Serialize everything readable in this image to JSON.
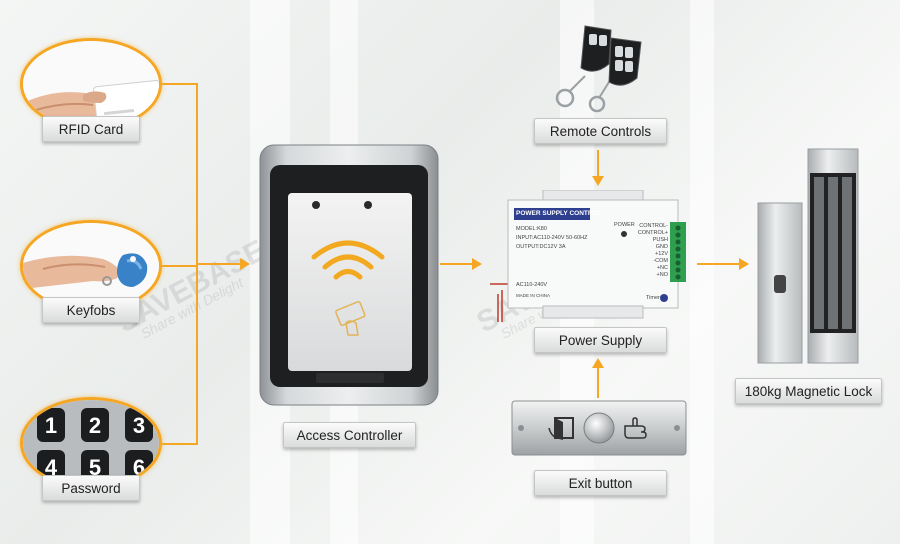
{
  "labels": {
    "rfid_card": "RFID Card",
    "keyfobs": "Keyfobs",
    "password": "Password",
    "access_controller": "Access Controller",
    "remote_controls": "Remote Controls",
    "power_supply": "Power Supply",
    "exit_button": "Exit button",
    "magnetic_lock": "180kg Magnetic Lock"
  },
  "keypad": {
    "keys": [
      "1",
      "2",
      "3",
      "4",
      "5",
      "6"
    ]
  },
  "power_supply_unit": {
    "title": "POWER SUPPLY CONTROL",
    "power_label": "POWER",
    "model": "MODEL:K80",
    "input": "INPUT:AC110-240V  50-60HZ",
    "output": "OUTPUT:DC12V  3A",
    "ac_label": "AC110-240V",
    "made_in": "MADE IN CHINA",
    "timer_label": "Timer",
    "terminals": [
      "CONTROL-",
      "CONTROL+",
      "PUSH",
      "GND",
      "+12V",
      "-COM",
      "+NC",
      "+NO"
    ]
  },
  "watermark": {
    "brand": "SAVEBASE",
    "tagline": "Share with Delight"
  },
  "colors": {
    "connector": "#f5a623",
    "label_bg": "#e9ebea",
    "terminal_green": "#2e9e4f"
  },
  "icons": [
    "rfid-waves-icon",
    "card-hand-icon",
    "door-exit-icon",
    "hand-press-icon"
  ]
}
